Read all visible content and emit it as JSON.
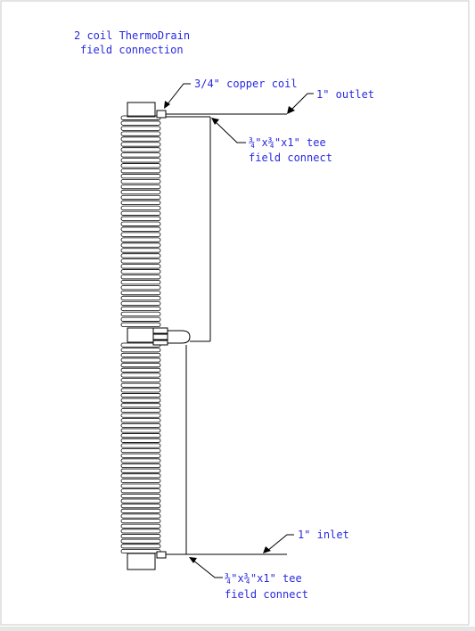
{
  "labels": {
    "title_line1": "2 coil ThermoDrain",
    "title_line2": "field connection",
    "copper_coil": "3/4\" copper coil",
    "outlet": "1\" outlet",
    "tee_top_line1": "¾\"x¾\"x1\" tee",
    "tee_top_line2": "field connect",
    "inlet": "1\" inlet",
    "tee_bottom_line1": "¾\"x¾\"x1\" tee",
    "tee_bottom_line2": "field connect"
  },
  "colors": {
    "annotation_text": "#2a2ae0",
    "line_work": "#000000",
    "page_border": "#c8c8c8"
  },
  "diagram": {
    "upper_coil_turns": 40,
    "lower_coil_turns": 42
  }
}
